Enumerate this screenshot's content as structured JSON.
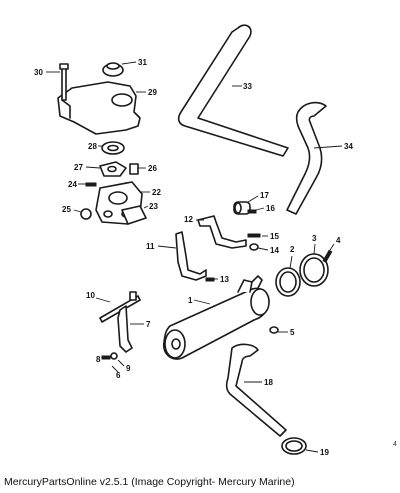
{
  "diagram": {
    "callouts": {
      "c1": "1",
      "c2": "2",
      "c3": "3",
      "c4": "4",
      "c5": "5",
      "c6": "6",
      "c7": "7",
      "c8": "8",
      "c9": "9",
      "c10": "10",
      "c11": "11",
      "c12": "12",
      "c13": "13",
      "c14": "14",
      "c15": "15",
      "c16": "16",
      "c17": "17",
      "c18": "18",
      "c19": "19",
      "c22": "22",
      "c23": "23",
      "c24": "24",
      "c25": "25",
      "c26": "26",
      "c27": "27",
      "c28": "28",
      "c29": "29",
      "c30": "30",
      "c31": "31",
      "c33": "33",
      "c34": "34"
    },
    "corner_mark": "4"
  },
  "footer": {
    "caption": "MercuryPartsOnline v2.5.1 (Image Copyright- Mercury Marine)"
  }
}
